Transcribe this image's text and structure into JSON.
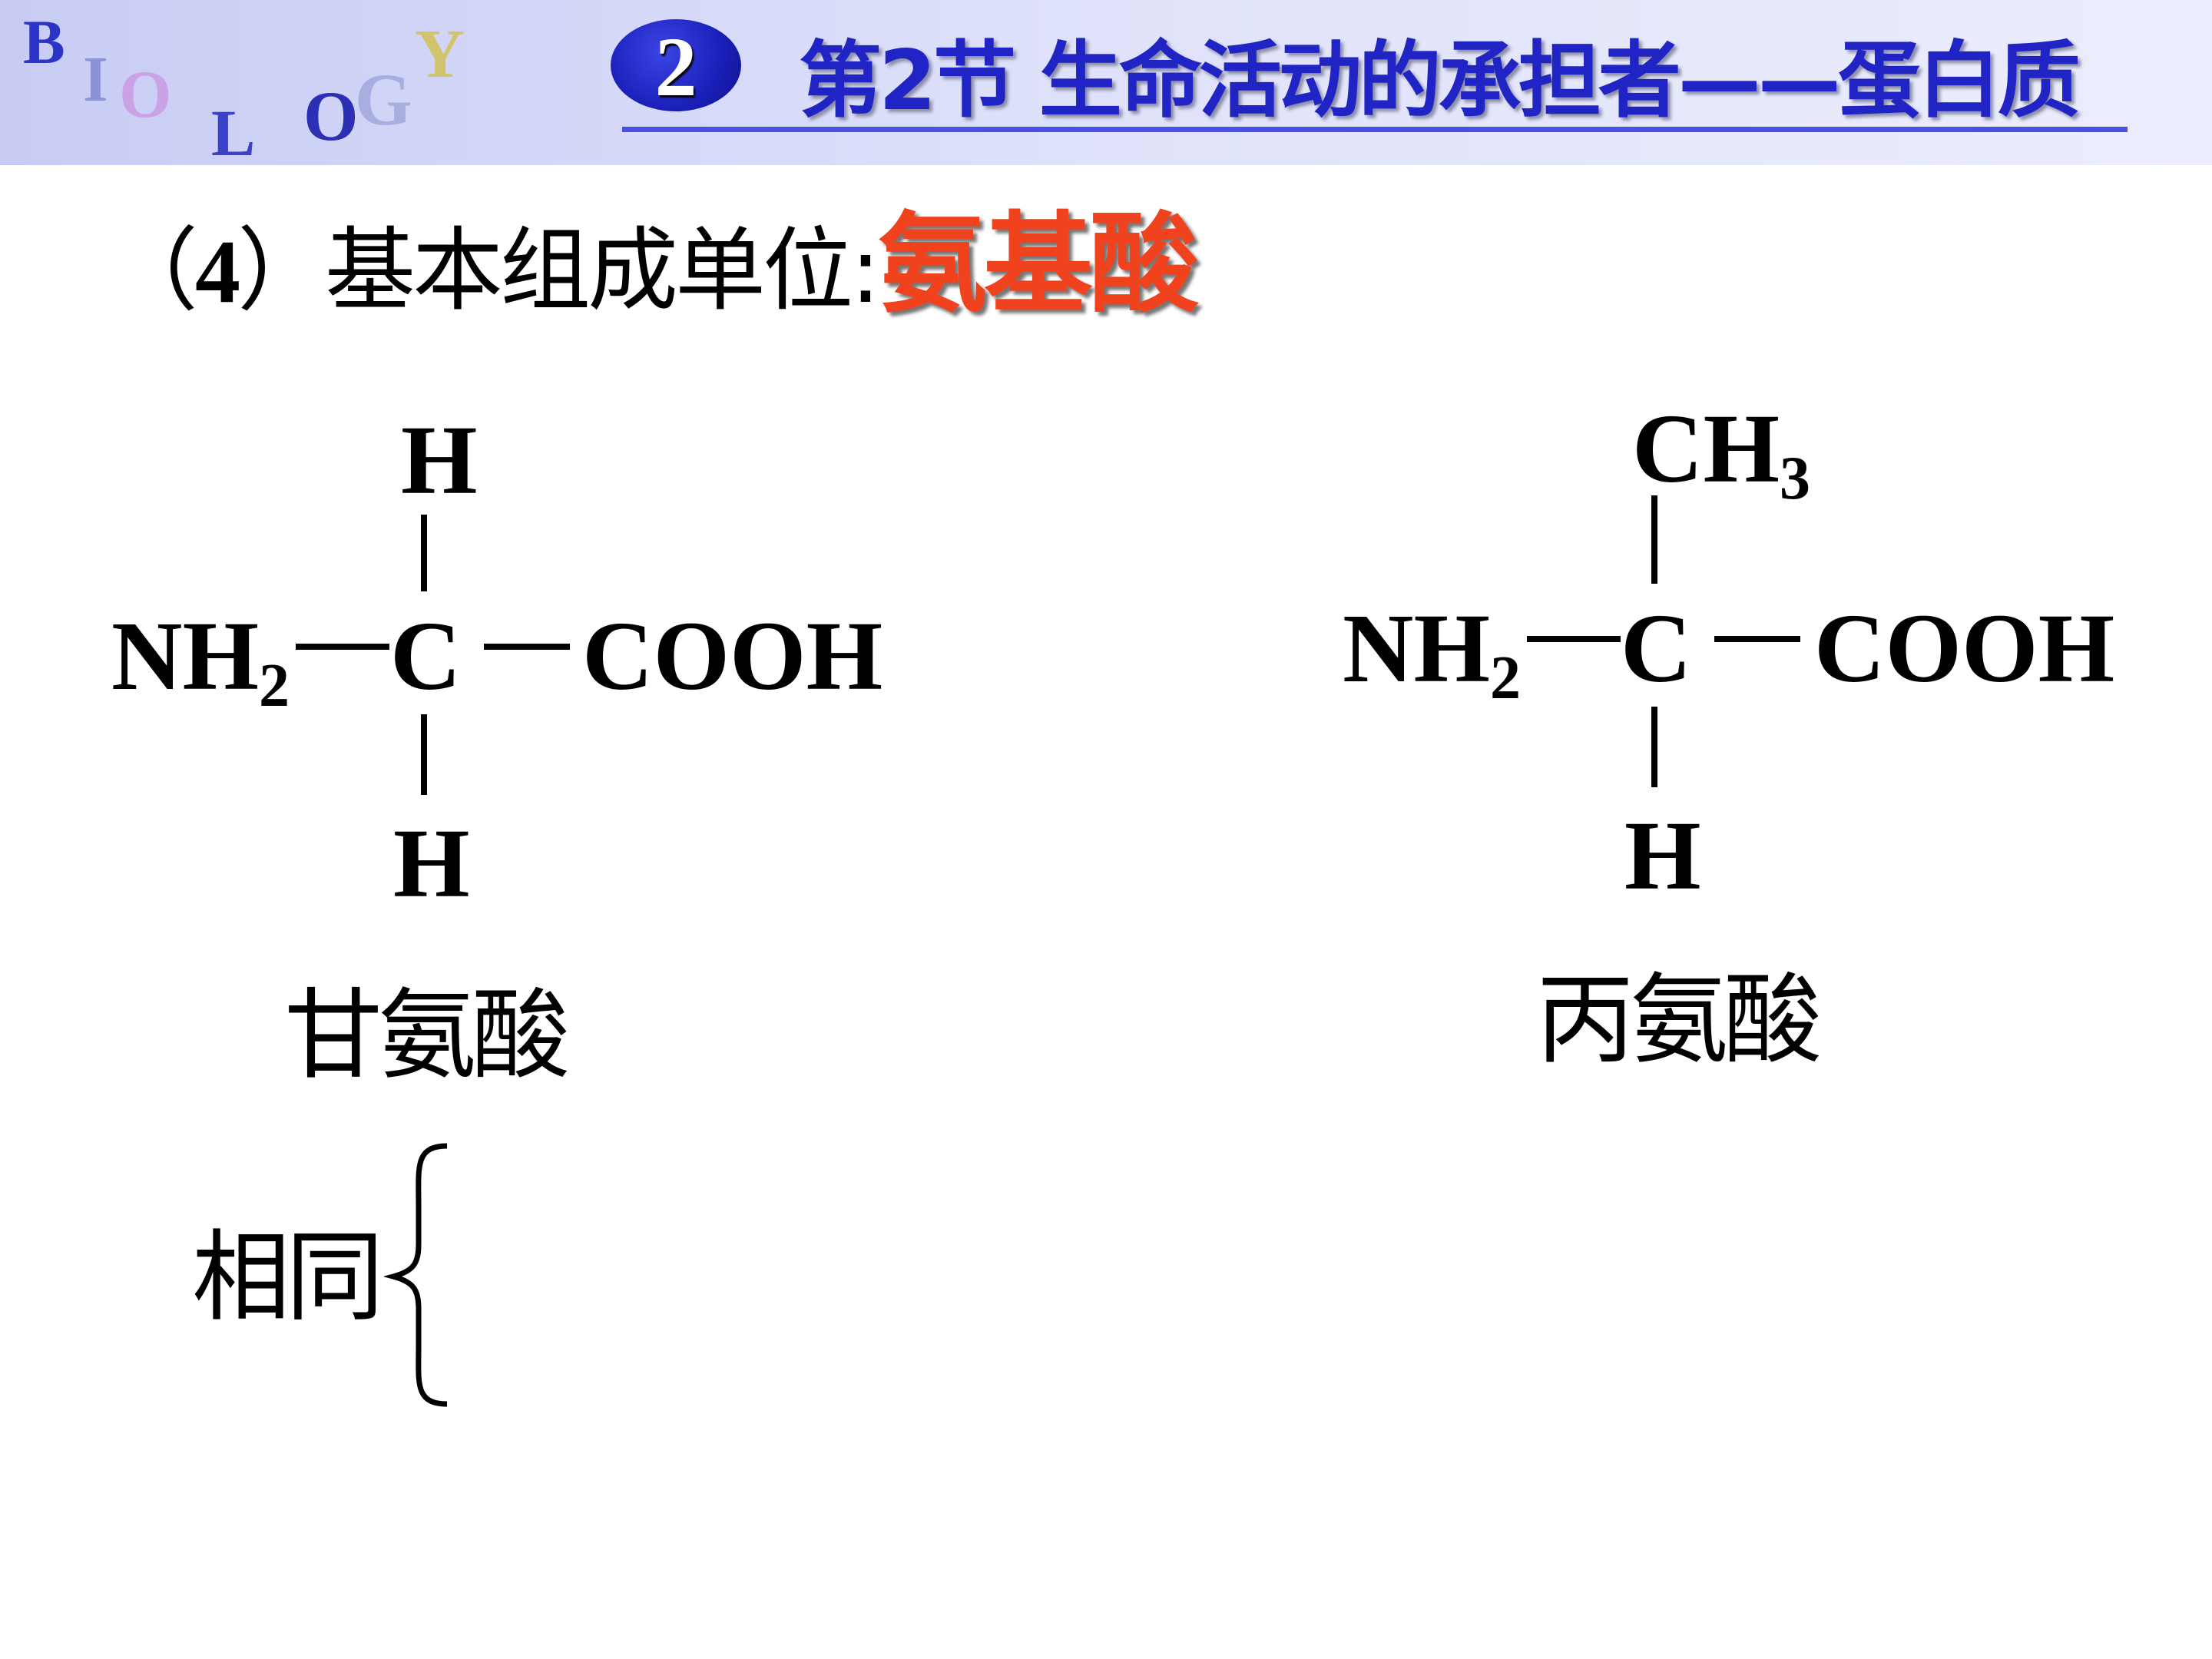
{
  "header": {
    "logo_letters": [
      "B",
      "I",
      "O",
      "L",
      "O",
      "G",
      "Y"
    ],
    "section_number": "2",
    "title": "第2节 生命活动的承担者——蛋白质"
  },
  "heading": {
    "prefix_open": "（",
    "prefix_num": "4",
    "prefix_close": "）",
    "label": "基本组成单位:",
    "highlight": "氨基酸"
  },
  "glycine": {
    "top": "H",
    "left": "NH",
    "left_sub": "2",
    "center": "C",
    "right": "COOH",
    "bottom": "H",
    "name": "甘氨酸"
  },
  "alanine": {
    "top": "CH",
    "top_sub": "3",
    "left": "NH",
    "left_sub": "2",
    "center": "C",
    "right": "COOH",
    "bottom": "H",
    "name": "丙氨酸"
  },
  "comparison": {
    "same_label": "相同"
  },
  "colors": {
    "title": "#2024c4",
    "highlight": "#f0421c",
    "header_rule": "#4a50e0"
  }
}
